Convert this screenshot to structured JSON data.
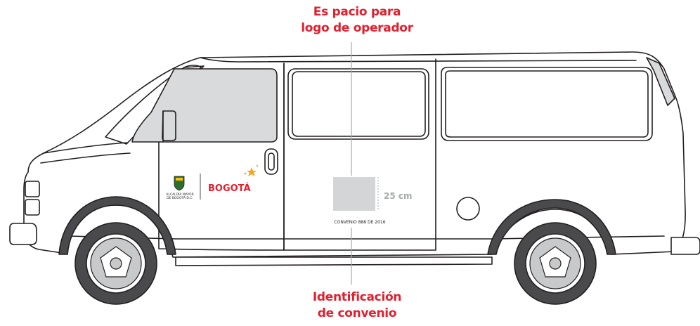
{
  "title_operator_logo": {
    "line1": "Es pacio para",
    "line2": "logo de operador"
  },
  "title_agreement_id": {
    "line1": "Identificación",
    "line2": "de convenio"
  },
  "dimension_label": "25 cm",
  "agreement_text": "CONVENIO 888 DE 2016",
  "alcaldia_logo": {
    "line1": "ALCALDÍA MAYOR",
    "line2": "DE BOGOTÁ D.C."
  },
  "bogota_logo_text": "BOGOTÁ",
  "colors": {
    "accent_red": "#e0202e",
    "outline": "#231f20",
    "window_gray": "#d9dadb",
    "placeholder_gray": "#d3d5d7",
    "dimension_gray": "#a7a9ac",
    "tire_dark": "#4a4a4c",
    "hub_gray": "#c8c9cb"
  }
}
